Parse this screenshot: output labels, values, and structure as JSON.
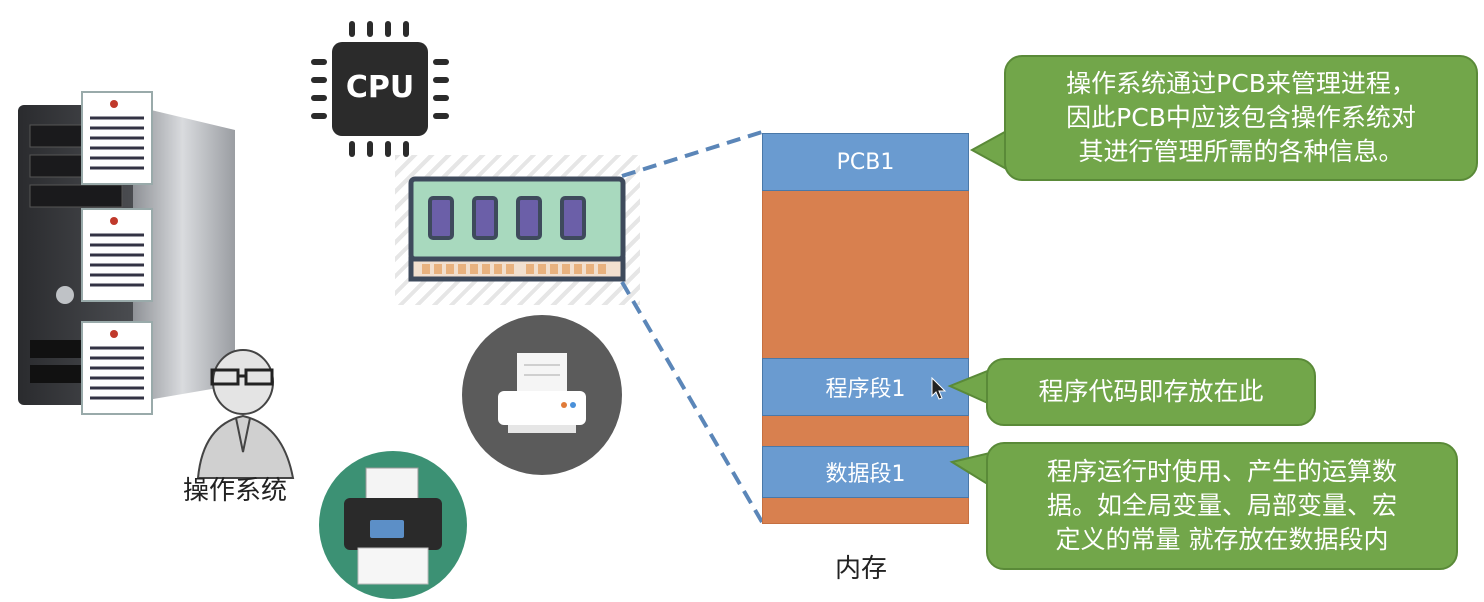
{
  "os_label": "操作系统",
  "cpu_label": "CPU",
  "memory_label": "内存",
  "segments": {
    "pcb": "PCB1",
    "program": "程序段1",
    "data": "数据段1"
  },
  "callouts": {
    "pcb_note": "操作系统通过PCB来管理进程，\n因此PCB中应该包含操作系统对\n其进行管理所需的各种信息。",
    "program_note": "程序代码即存放在此",
    "data_note": "程序运行时使用、产生的运算数\n据。如全局变量、局部变量、宏\n定义的常量 就存放在数据段内"
  },
  "colors": {
    "memory_segment": "#6a9bd0",
    "memory_free": "#d8804f",
    "callout": "#72a64a",
    "printer_circle_gray": "#5b5b5b",
    "printer_circle_green": "#3c9174"
  },
  "icons": [
    "server-icon",
    "document-icon",
    "person-icon",
    "cpu-chip-icon",
    "ram-module-icon",
    "printer-icon",
    "color-printer-icon",
    "mouse-cursor-icon"
  ]
}
